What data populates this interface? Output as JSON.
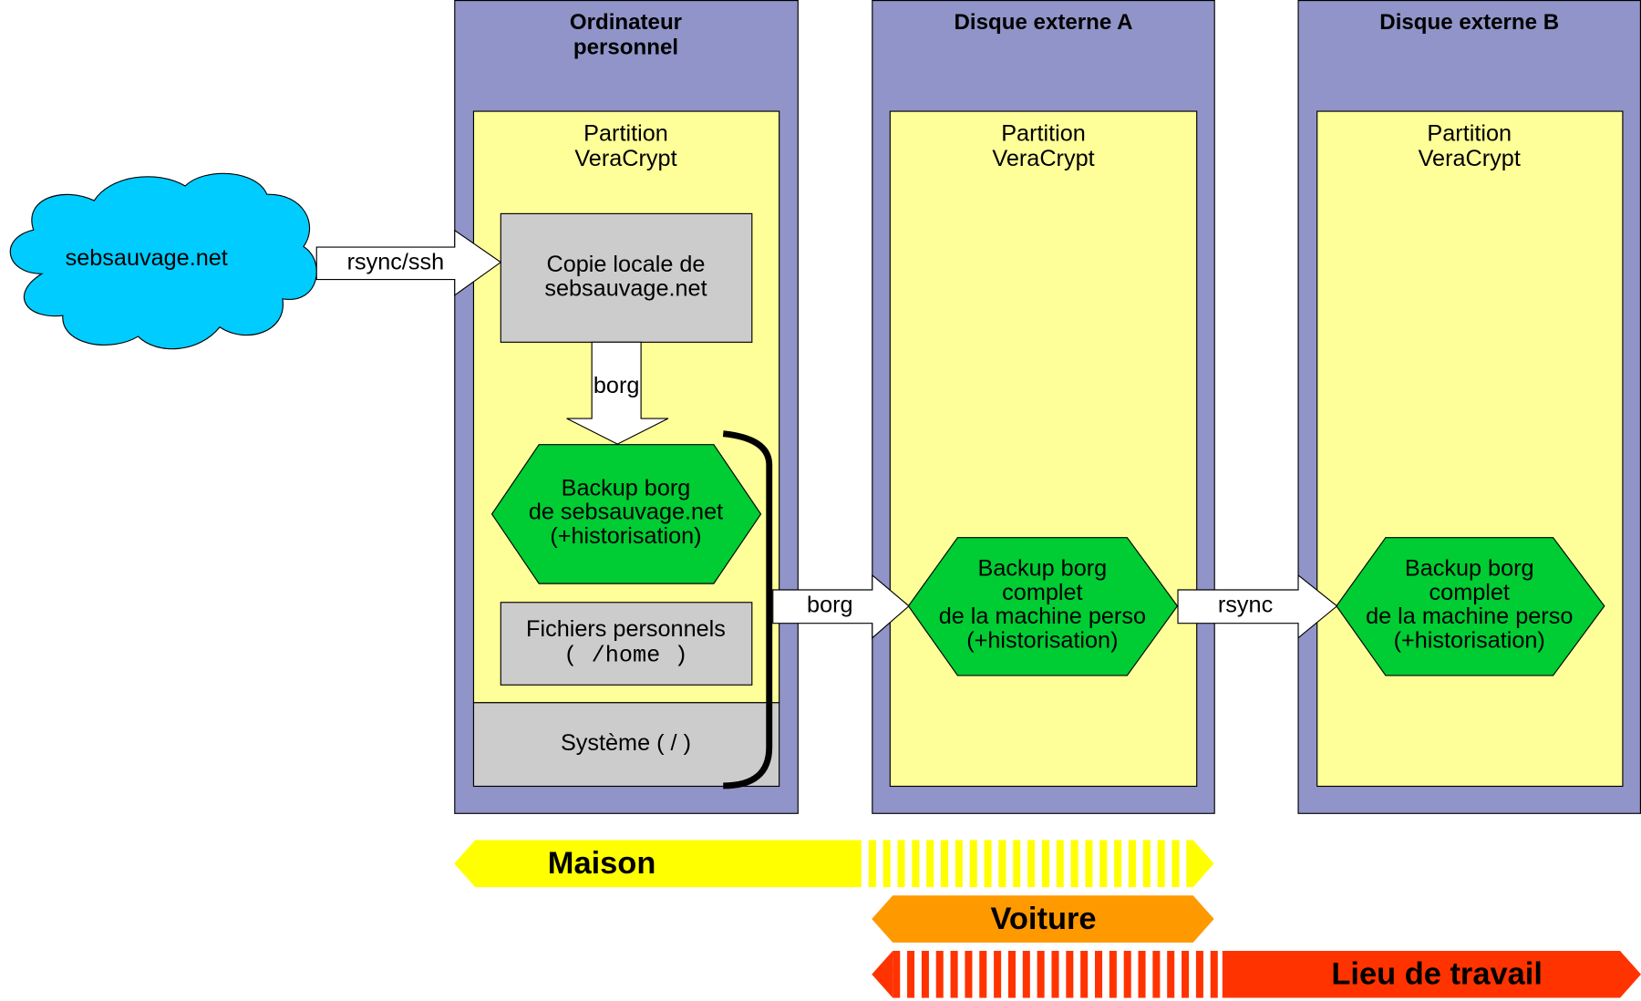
{
  "diagram": {
    "cloud": {
      "label": "sebsauvage.net",
      "color": "#00ccff"
    },
    "columns": [
      {
        "title_line1": "Ordinateur",
        "title_line2": "personnel",
        "partition_line1": "Partition",
        "partition_line2": "VeraCrypt"
      },
      {
        "title_line1": "Disque externe A",
        "title_line2": "",
        "partition_line1": "Partition",
        "partition_line2": "VeraCrypt"
      },
      {
        "title_line1": "Disque externe B",
        "title_line2": "",
        "partition_line1": "Partition",
        "partition_line2": "VeraCrypt"
      }
    ],
    "boxes": {
      "local_copy": {
        "line1": "Copie locale de",
        "line2": "sebsauvage.net"
      },
      "personal_files": {
        "line1": "Fichiers personnels",
        "line2": "( /home )"
      },
      "system": {
        "label": "Système ( / )"
      }
    },
    "hexagons": {
      "borg_sebsauvage": {
        "line1": "Backup borg",
        "line2": "de sebsauvage.net",
        "line3": "(+historisation)"
      },
      "borg_full_a": {
        "line1": "Backup borg",
        "line2": "complet",
        "line3": "de la machine perso",
        "line4": "(+historisation)"
      },
      "borg_full_b": {
        "line1": "Backup borg",
        "line2": "complet",
        "line3": "de la machine perso",
        "line4": "(+historisation)"
      }
    },
    "arrows": {
      "rsync_ssh": "rsync/ssh",
      "borg_down": "borg",
      "borg_right": "borg",
      "rsync_right": "rsync"
    },
    "locations": [
      {
        "label": "Maison",
        "color": "#ffff00"
      },
      {
        "label": "Voiture",
        "color": "#ff9900"
      },
      {
        "label": "Lieu de travail",
        "color": "#ff3300"
      }
    ],
    "colors": {
      "column_bg": "#9094c8",
      "partition_bg": "#ffff99",
      "gray_box": "#cccccc",
      "hexagon": "#00cc33"
    }
  }
}
